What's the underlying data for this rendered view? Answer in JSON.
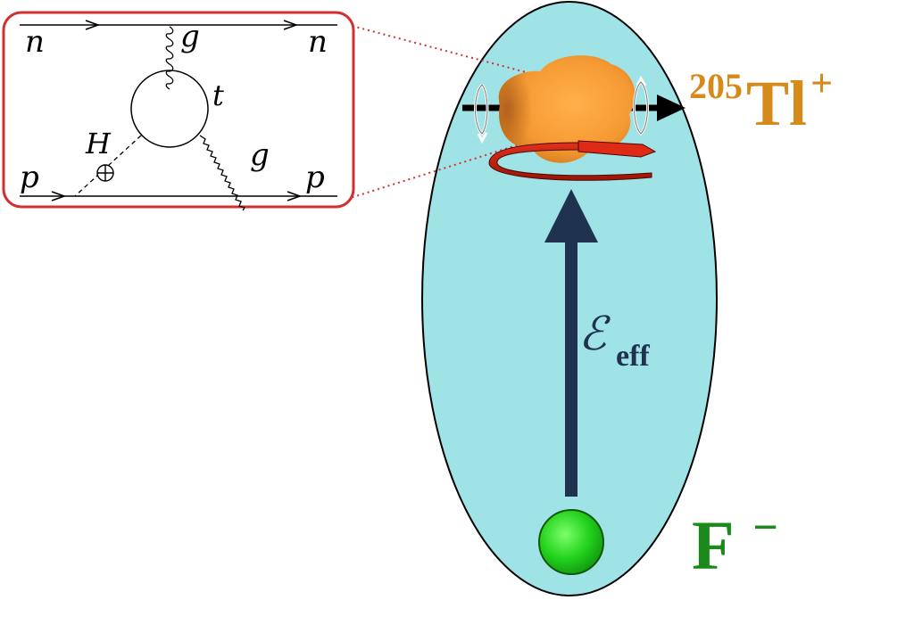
{
  "feynman_inset": {
    "label_n_left": "n",
    "label_n_right": "n",
    "label_g_top": "g",
    "label_t": "t",
    "label_H": "H",
    "label_g_bottom": "g",
    "label_p_left": "p",
    "label_p_right": "p",
    "border_color": "#d32f2f"
  },
  "molecule": {
    "ellipse_color": "#9fe3e6",
    "heavy_ion": {
      "mass_number": "205",
      "symbol": "Tl",
      "charge": "+",
      "color": "#d58a1a"
    },
    "field": {
      "symbol": "ℰ",
      "subscript": "eff",
      "color": "#1f3350"
    },
    "light_ion": {
      "symbol": "F",
      "charge": "−",
      "color": "#1a8a1a"
    }
  },
  "icons": {
    "nucleus": "nucleus-blob-icon",
    "spin_rotation": "circular-arrow-icon",
    "field_arrow": "arrow-up-icon",
    "spin_axis": "arrow-right-icon",
    "fluorine_atom": "sphere-icon"
  }
}
